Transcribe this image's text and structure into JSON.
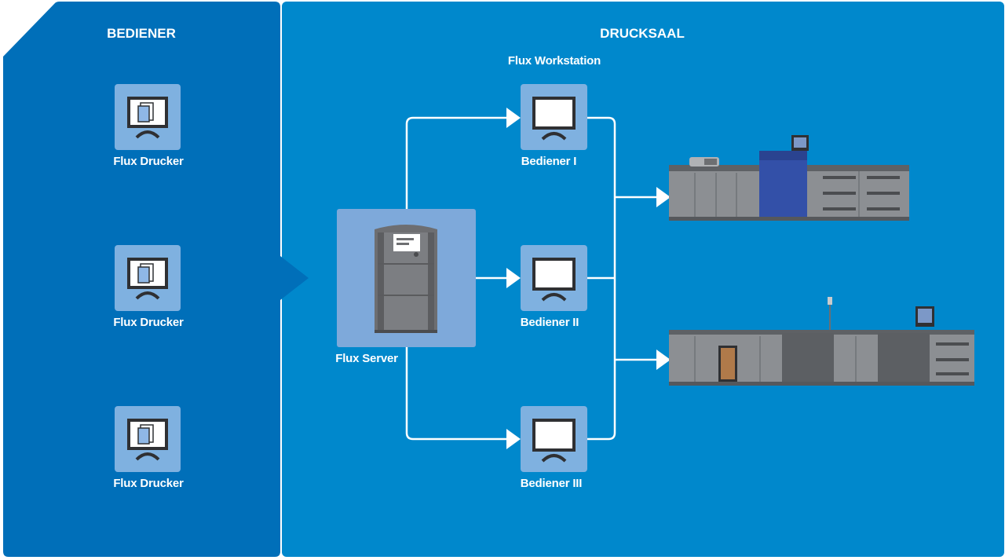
{
  "colors": {
    "left_panel": "#006fb9",
    "right_panel": "#0088cc",
    "tile": "#7fb1e0",
    "server_tile": "#7ea9da",
    "connector": "#ffffff",
    "printer_body": "#8c8f93",
    "printer_accent": "#3350a8"
  },
  "left_panel": {
    "title": "BEDIENER",
    "devices": [
      {
        "label": "Flux Drucker",
        "icon": "printer-monitor-icon"
      },
      {
        "label": "Flux Drucker",
        "icon": "printer-monitor-icon"
      },
      {
        "label": "Flux Drucker",
        "icon": "printer-monitor-icon"
      }
    ]
  },
  "right_panel": {
    "title": "DRUCKSAAL",
    "workstation_heading": "Flux Workstation",
    "server": {
      "label": "Flux Server",
      "icon": "server-icon"
    },
    "workstations": [
      {
        "label": "Bediener I",
        "icon": "monitor-icon"
      },
      {
        "label": "Bediener II",
        "icon": "monitor-icon"
      },
      {
        "label": "Bediener III",
        "icon": "monitor-icon"
      }
    ],
    "printers": [
      {
        "icon": "production-printer-icon"
      },
      {
        "icon": "production-printer-icon"
      }
    ]
  }
}
